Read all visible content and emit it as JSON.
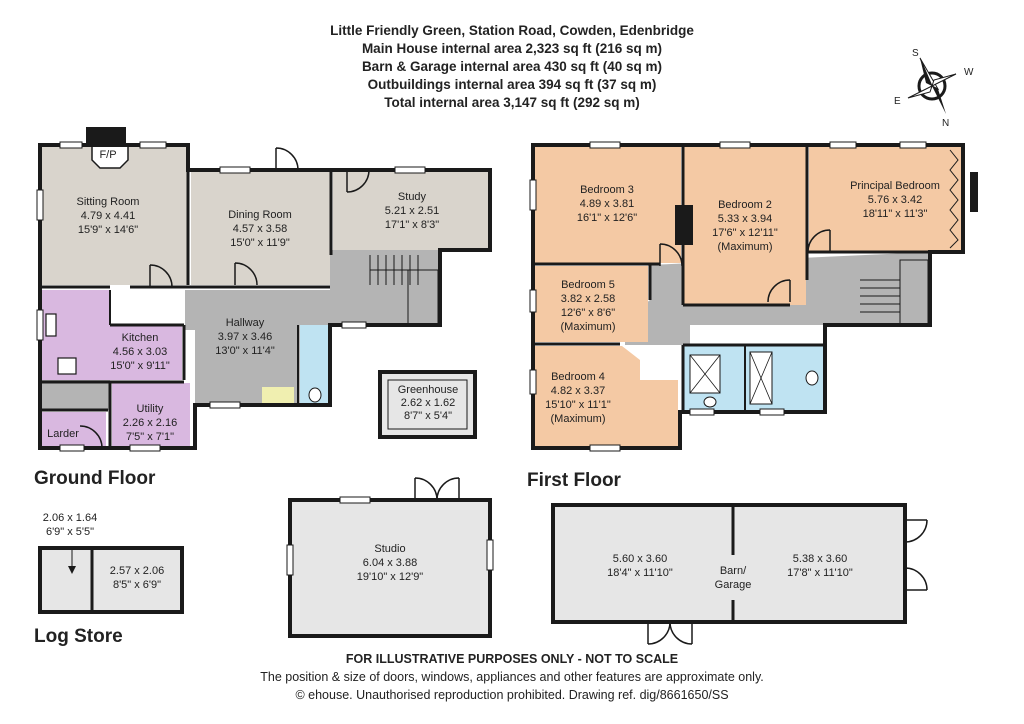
{
  "header": {
    "line1": "Little Friendly Green, Station Road, Cowden, Edenbridge",
    "line2": "Main House internal area 2,323 sq ft (216 sq m)",
    "line3": "Barn & Garage internal area 430 sq ft (40 sq m)",
    "line4": "Outbuildings internal area 394 sq ft (37 sq m)",
    "line5": "Total internal area 3,147 sq ft (292 sq m)"
  },
  "compass": {
    "s": "S",
    "w": "W",
    "e": "E",
    "n": "N"
  },
  "floors": {
    "ground": "Ground Floor",
    "first": "First Floor",
    "log_store": "Log Store"
  },
  "rooms": {
    "sitting_room": {
      "name": "Sitting Room",
      "metric": "4.79 x 4.41",
      "imperial": "15'9\" x 14'6\""
    },
    "fireplace": "F/P",
    "dining_room": {
      "name": "Dining Room",
      "metric": "4.57 x 3.58",
      "imperial": "15'0\" x 11'9\""
    },
    "study": {
      "name": "Study",
      "metric": "5.21 x 2.51",
      "imperial": "17'1\" x 8'3\""
    },
    "kitchen": {
      "name": "Kitchen",
      "metric": "4.56 x 3.03",
      "imperial": "15'0\" x 9'11\""
    },
    "hallway": {
      "name": "Hallway",
      "metric": "3.97 x 3.46",
      "imperial": "13'0\" x 11'4\""
    },
    "utility": {
      "name": "Utility",
      "metric": "2.26 x 2.16",
      "imperial": "7'5\" x 7'1\""
    },
    "larder": {
      "name": "Larder"
    },
    "greenhouse": {
      "name": "Greenhouse",
      "metric": "2.62 x 1.62",
      "imperial": "8'7\" x 5'4\""
    },
    "bedroom3": {
      "name": "Bedroom 3",
      "metric": "4.89 x 3.81",
      "imperial": "16'1\" x 12'6\""
    },
    "bedroom2": {
      "name": "Bedroom 2",
      "metric": "5.33 x 3.94",
      "imperial": "17'6\" x 12'11\"",
      "note": "(Maximum)"
    },
    "principal": {
      "name": "Principal Bedroom",
      "metric": "5.76 x 3.42",
      "imperial": "18'11\" x 11'3\""
    },
    "bedroom5": {
      "name": "Bedroom 5",
      "metric": "3.82 x 2.58",
      "imperial": "12'6\" x 8'6\"",
      "note": "(Maximum)"
    },
    "bedroom4": {
      "name": "Bedroom 4",
      "metric": "4.82 x 3.37",
      "imperial": "15'10\" x 11'1\"",
      "note": "(Maximum)"
    },
    "log_store_a": {
      "metric": "2.06 x 1.64",
      "imperial": "6'9\" x 5'5\""
    },
    "log_store_b": {
      "metric": "2.57 x 2.06",
      "imperial": "8'5\" x 6'9\""
    },
    "studio": {
      "name": "Studio",
      "metric": "6.04 x 3.88",
      "imperial": "19'10\" x 12'9\""
    },
    "barn_left": {
      "metric": "5.60 x 3.60",
      "imperial": "18'4\" x 11'10\""
    },
    "barn_label_1": "Barn/",
    "barn_label_2": "Garage",
    "barn_right": {
      "metric": "5.38 x 3.60",
      "imperial": "17'8\" x 11'10\""
    }
  },
  "colors": {
    "wall": "#1a1a1a",
    "reception": "#d9d4cc",
    "kitchen": "#d9b8e0",
    "circulation": "#b4b4b4",
    "bedroom": "#f4c9a4",
    "bathroom": "#bfe3f2",
    "outbuilding": "#e6e6e6",
    "porch": "#f0efb0"
  },
  "footer": {
    "disclaimer": "FOR ILLUSTRATIVE PURPOSES ONLY - NOT TO SCALE",
    "note": "The position & size of doors, windows, appliances and other features are approximate only.",
    "copyright": "© ehouse. Unauthorised reproduction prohibited. Drawing ref. dig/8661650/SS"
  }
}
